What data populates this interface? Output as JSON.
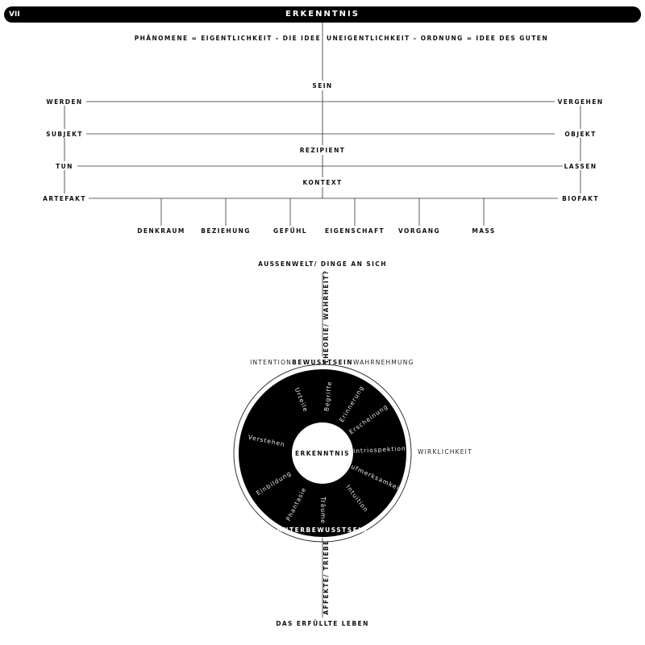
{
  "header": {
    "page_number": "VII",
    "title": "ERKENNTNIS"
  },
  "top_formulas": {
    "left": "PHÄNOMENE = EIGENTLICHKEIT – DIE IDEE",
    "right": "UNEIGENTLICHKEIT – ORDNUNG = IDEE DES GUTEN"
  },
  "tree": {
    "center": [
      "SEIN",
      "REZIPIENT",
      "KONTEXT"
    ],
    "left": [
      "WERDEN",
      "SUBJEKT",
      "TUN",
      "ARTEFAKT"
    ],
    "right": [
      "VERGEHEN",
      "OBJEKT",
      "LASSEN",
      "BIOFAKT"
    ],
    "leaves": [
      "DENKRAUM",
      "BEZIEHUNG",
      "GEFÜHL",
      "EIGENSCHAFT",
      "VORGANG",
      "MASS"
    ]
  },
  "axis": {
    "top": "AUSSENWELT/ DINGE AN SICH",
    "upper": "THEORIE/ WAHRHEIT?",
    "lower": "AFFEKTE/ TRIEBE",
    "bottom": "DAS ERFÜLLTE LEBEN"
  },
  "circle": {
    "center": "ERKENNTNIS",
    "top_left": "INTENTION",
    "top_strong": "BEWUSSTSEIN",
    "top_right": "WAHRNEHMUNG",
    "right": "WIRKLICHKEIT",
    "bottom_strong": "UNTERBEWUSSTSEIN",
    "ring_words": [
      "Begriffe",
      "Erinnerung",
      "Erscheinung",
      "Intriospektion",
      "Aufmerksamkeit",
      "Intuition",
      "Träume",
      "Phantasie",
      "Einbildung",
      "Verstehen",
      "Urteile"
    ]
  }
}
